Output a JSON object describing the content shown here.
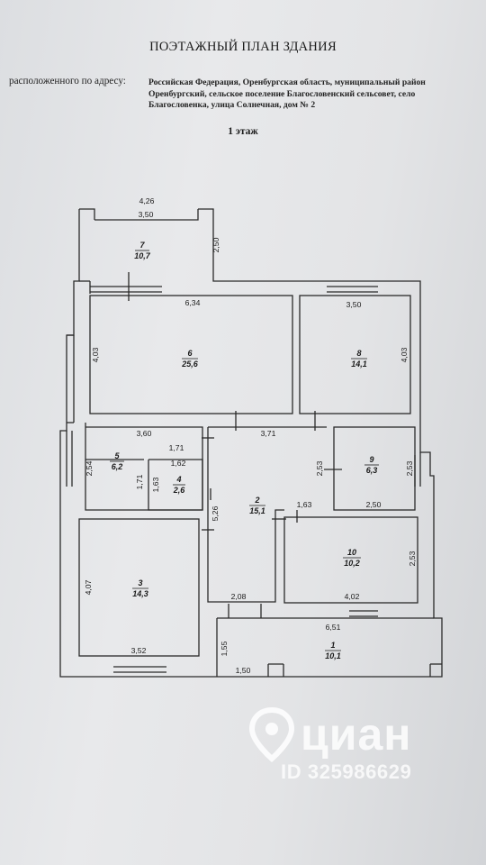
{
  "document": {
    "title": "ПОЭТАЖНЫЙ ПЛАН ЗДАНИЯ",
    "address_label": "расположенного по адресу:",
    "address": "Российская Федерация, Оренбургская область, муниципальный район Оренбургский, сельское поселение Благословенский сельсовет, село Благословенка, улица Солнечная, дом № 2",
    "floor": "1 этаж"
  },
  "rooms": [
    {
      "num": "1",
      "area": "10,1"
    },
    {
      "num": "2",
      "area": "15,1"
    },
    {
      "num": "3",
      "area": "14,3"
    },
    {
      "num": "4",
      "area": "2,6"
    },
    {
      "num": "5",
      "area": "6,2"
    },
    {
      "num": "6",
      "area": "25,6"
    },
    {
      "num": "7",
      "area": "10,7"
    },
    {
      "num": "8",
      "area": "14,1"
    },
    {
      "num": "9",
      "area": "6,3"
    },
    {
      "num": "10",
      "area": "10,2"
    }
  ],
  "dimensions": [
    "4,26",
    "3,50",
    "2,50",
    "6,34",
    "3,50",
    "4,03",
    "4,03",
    "3,60",
    "3,71",
    "1,71",
    "1,62",
    "2,54",
    "1,71",
    "1,63",
    "2,53",
    "2,53",
    "5,26",
    "1,63",
    "2,50",
    "4,07",
    "2,53",
    "2,08",
    "4,02",
    "3,52",
    "6,51",
    "1,55",
    "1,50"
  ],
  "watermark": {
    "brand": "циан",
    "id": "ID 325986629"
  }
}
